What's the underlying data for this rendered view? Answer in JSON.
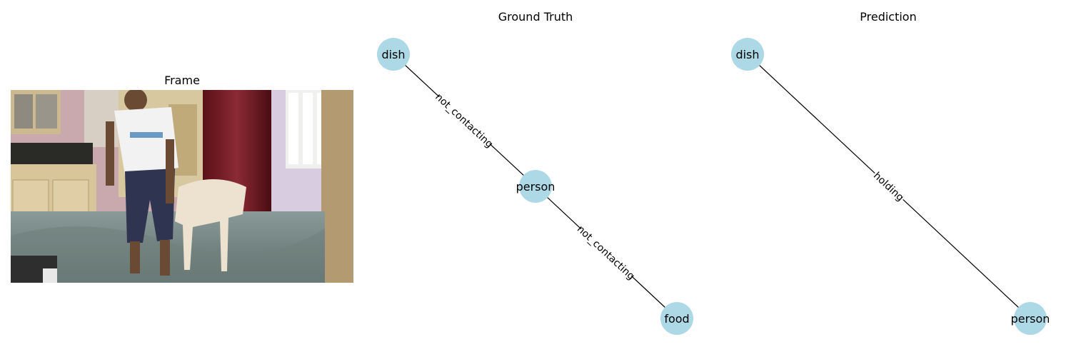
{
  "frame_panel": {
    "title": "Frame"
  },
  "ground_truth": {
    "title": "Ground Truth",
    "nodes": [
      {
        "id": "dish",
        "label": "dish"
      },
      {
        "id": "person",
        "label": "person"
      },
      {
        "id": "food",
        "label": "food"
      }
    ],
    "edges": [
      {
        "source": "dish",
        "target": "person",
        "label": "not_contacting"
      },
      {
        "source": "person",
        "target": "food",
        "label": "not_contacting"
      }
    ]
  },
  "prediction": {
    "title": "Prediction",
    "nodes": [
      {
        "id": "dish",
        "label": "dish"
      },
      {
        "id": "person",
        "label": "person"
      }
    ],
    "edges": [
      {
        "source": "dish",
        "target": "person",
        "label": "holding"
      }
    ]
  },
  "colors": {
    "node_fill": "#add8e6",
    "edge": "#000000",
    "text": "#000000"
  }
}
